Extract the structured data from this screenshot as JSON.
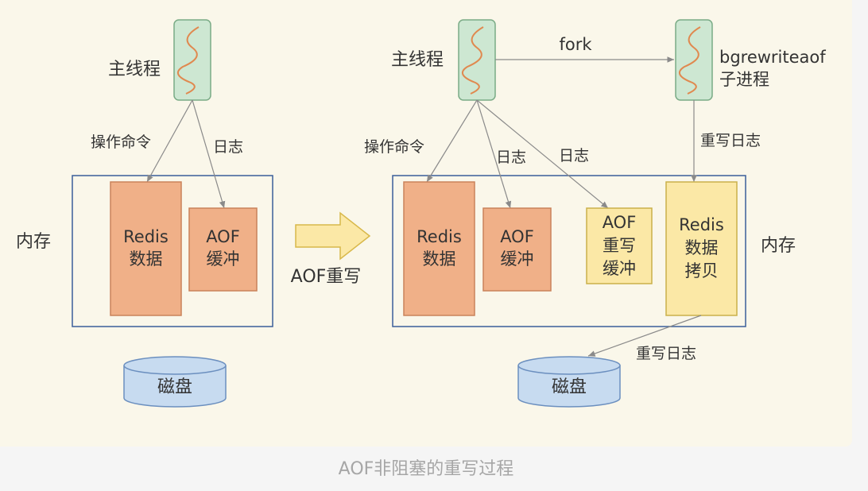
{
  "left": {
    "thread_label": "主线程",
    "op_label": "操作命令",
    "log_label": "日志",
    "memory_label": "内存",
    "redis_box": [
      "Redis",
      "数据"
    ],
    "aof_box": [
      "AOF",
      "缓冲"
    ],
    "disk_label": "磁盘"
  },
  "transition": {
    "label": "AOF重写"
  },
  "right": {
    "thread_label": "主线程",
    "fork_label": "fork",
    "child_label": [
      "bgrewriteaof",
      "子进程"
    ],
    "op_label": "操作命令",
    "log_label_1": "日志",
    "log_label_2": "日志",
    "rewrite_log_label": "重写日志",
    "memory_label": "内存",
    "redis_box": [
      "Redis",
      "数据"
    ],
    "aof_box": [
      "AOF",
      "缓冲"
    ],
    "aof_rewrite_box": [
      "AOF",
      "重写",
      "缓冲"
    ],
    "redis_copy_box": [
      "Redis",
      "数据",
      "拷贝"
    ],
    "disk_rewrite_log_label": "重写日志",
    "disk_label": "磁盘"
  },
  "caption": "AOF非阻塞的重写过程",
  "colors": {
    "thread_fill": "#cde7d2",
    "thread_stroke": "#7aab86",
    "squiggle": "#e0894f",
    "orange_fill": "#f0b088",
    "orange_stroke": "#c9825a",
    "yellow_fill": "#fbe8a6",
    "yellow_stroke": "#c9b04a",
    "blue_stroke": "#3b5f99",
    "disk_fill": "#c7dbf0",
    "disk_stroke": "#6b8fbf",
    "arrow": "#8a8a8a",
    "big_arrow_fill": "#fbe8a6",
    "big_arrow_stroke": "#d8b84a"
  },
  "icons": [
    "thread-squiggle-icon",
    "fork-arrow-icon",
    "transition-arrow-icon",
    "disk-cylinder-icon"
  ]
}
